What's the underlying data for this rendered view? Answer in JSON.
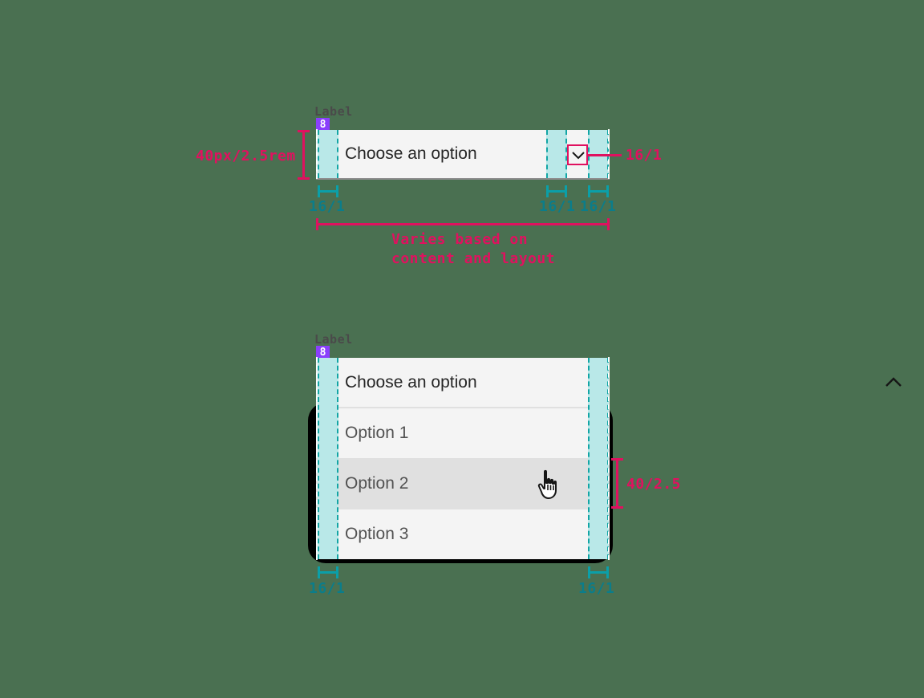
{
  "page": {
    "background_color": "#4a7051",
    "accent_pink": "#e0115f",
    "accent_teal": "#0b7d8a",
    "padding_fill": "#b9e8e8",
    "badge_purple": "#8a3ffc"
  },
  "closed_select": {
    "label": "Label",
    "spacing_badge": "8",
    "value": "Choose an option",
    "chevron_icon": "chevron-down-icon",
    "height_annotation": "40px/2.5rem",
    "left_padding_annotation": "16/1",
    "icon_gap_annotation": "16/1",
    "right_padding_annotation": "16/1",
    "icon_size_annotation": "16/1",
    "width_annotation_line1": "Varies based on",
    "width_annotation_line2": "content and layout"
  },
  "open_select": {
    "label": "Label",
    "spacing_badge": "8",
    "value": "Choose an option",
    "chevron_icon": "chevron-up-icon",
    "options": [
      {
        "label": "Option 1",
        "hovered": false
      },
      {
        "label": "Option 2",
        "hovered": true
      },
      {
        "label": "Option 3",
        "hovered": false
      }
    ],
    "row_height_annotation": "40/2.5",
    "left_padding_annotation": "16/1",
    "right_padding_annotation": "16/1",
    "cursor_icon": "pointer-hand-cursor"
  }
}
